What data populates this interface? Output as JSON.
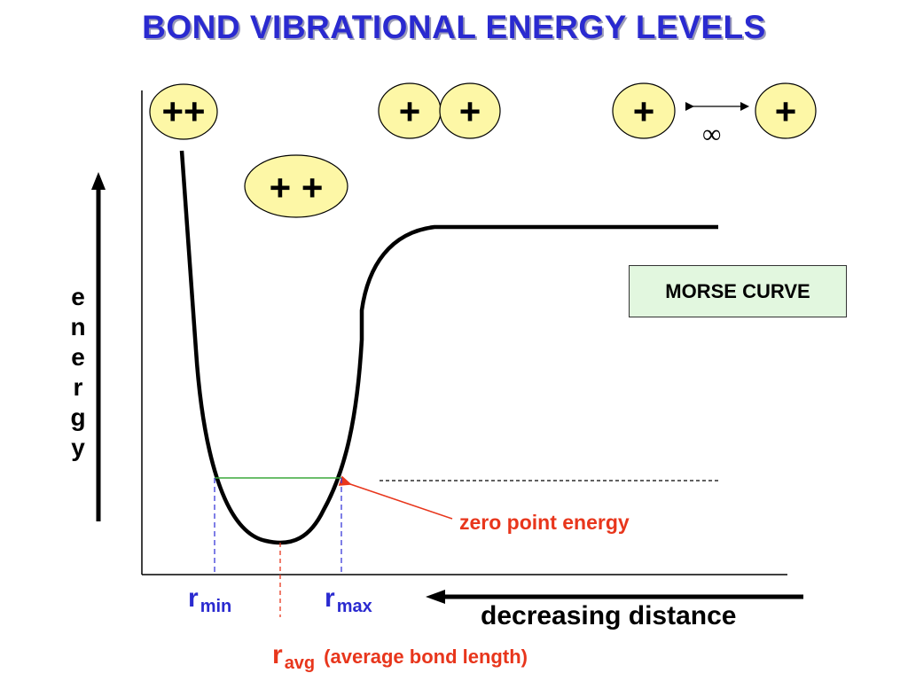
{
  "title": "BOND  VIBRATIONAL ENERGY LEVELS",
  "energy_axis_letters": [
    "e",
    "n",
    "e",
    "r",
    "g",
    "y"
  ],
  "atoms": {
    "compressed": "++",
    "near_pair_left": "+",
    "near_pair_right": "+",
    "separated_left": "+",
    "separated_right": "+",
    "infinity_symbol": "∞",
    "vibrating_pair": "+ +"
  },
  "morse_label": "MORSE CURVE",
  "zero_point_label": "zero point energy",
  "r_min": {
    "base": "r",
    "sub": "min"
  },
  "r_max": {
    "base": "r",
    "sub": "max"
  },
  "r_avg": {
    "base": "r",
    "sub": "avg",
    "desc": "(average bond length)"
  },
  "distance_label": "decreasing distance",
  "colors": {
    "title": "#2a2ad0",
    "atom_fill": "#fdf7a6",
    "zpe_level": "#3aa83a",
    "zpe_arrow": "#e8361c",
    "bounds_lines": "#3a3ad8",
    "avg_line": "#e8361c",
    "morse_box_fill": "#e2f7df"
  }
}
